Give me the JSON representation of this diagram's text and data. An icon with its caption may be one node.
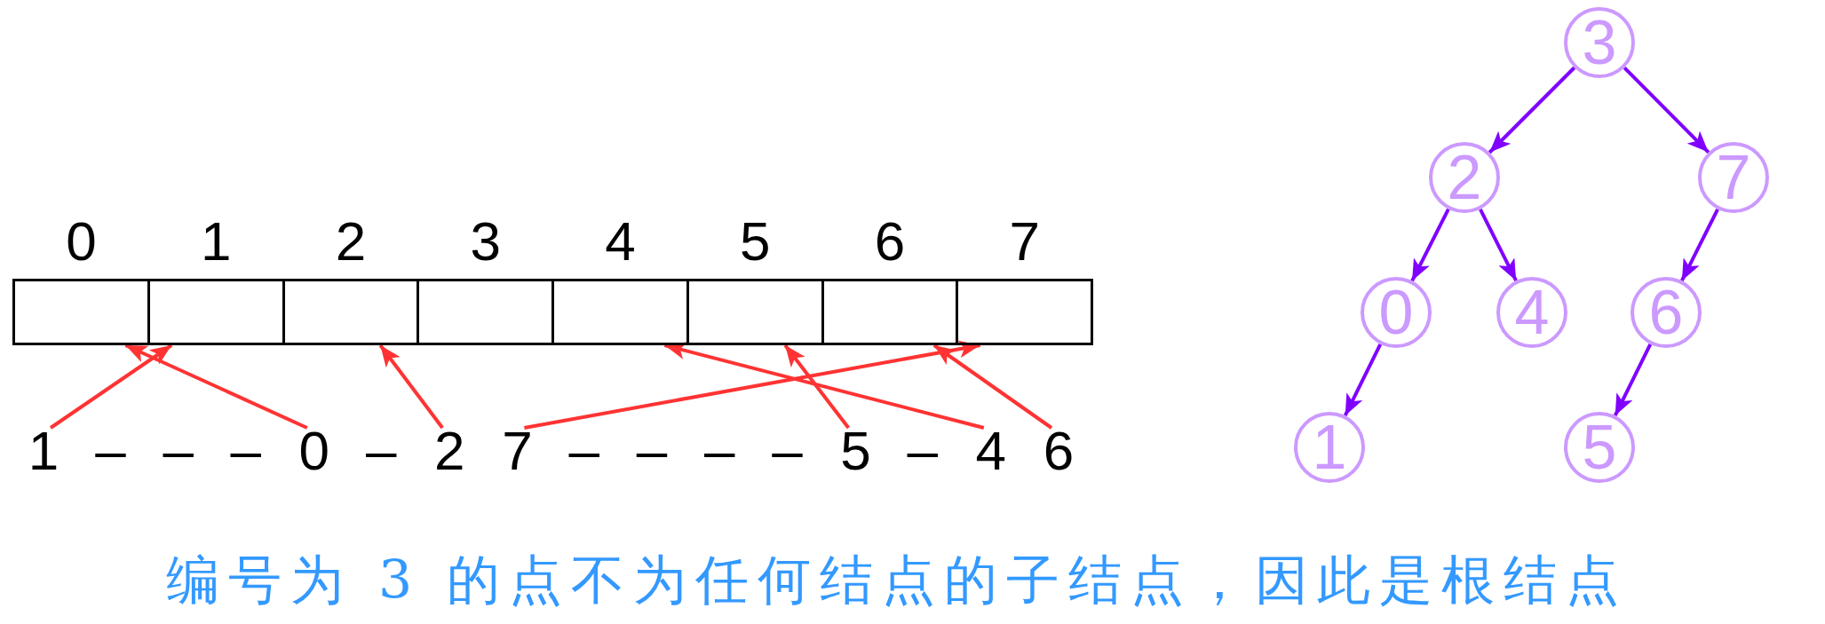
{
  "diagram": {
    "caption": "编号为 3 的点不为任何结点的子结点，因此是根结点",
    "nodes": [
      {
        "text": [
          "0"
        ]
      },
      {
        "text": [
          "1"
        ]
      },
      {
        "text": [
          "2"
        ]
      },
      {
        "text": [
          "3"
        ]
      },
      {
        "text": [
          "4"
        ]
      },
      {
        "text": [
          "5"
        ]
      },
      {
        "text": [
          "6"
        ]
      },
      {
        "text": [
          "7"
        ]
      },
      {
        "text": [
          "3"
        ]
      },
      {
        "text": [
          "2"
        ]
      },
      {
        "text": [
          "7"
        ]
      },
      {
        "text": [
          "0"
        ]
      },
      {
        "text": [
          "4"
        ]
      },
      {
        "text": [
          "6"
        ]
      },
      {
        "text": [
          "1"
        ]
      },
      {
        "text": [
          "5"
        ]
      },
      {
        "text": [
          "1"
        ]
      },
      {
        "text": [
          "0"
        ]
      },
      {
        "text": [
          "2"
        ]
      },
      {
        "text": [
          "7"
        ]
      },
      {
        "text": [
          "5"
        ]
      },
      {
        "text": [
          "4"
        ]
      },
      {
        "text": [
          "6"
        ]
      }
    ],
    "edges": [
      {
        "from": 16,
        "to": 1,
        "arrow": "to",
        "color": "#ff3333"
      },
      {
        "from": 17,
        "to": 0,
        "arrow": "to",
        "color": "#ff3333"
      },
      {
        "from": 18,
        "to": 2,
        "arrow": "to",
        "color": "#ff3333"
      },
      {
        "from": 19,
        "to": 7,
        "arrow": "to",
        "color": "#ff3333"
      },
      {
        "from": 20,
        "to": 5,
        "arrow": "to",
        "color": "#ff3333"
      },
      {
        "from": 21,
        "to": 4,
        "arrow": "to",
        "color": "#ff3333"
      },
      {
        "from": 22,
        "to": 6,
        "arrow": "to",
        "color": "#ff3333"
      },
      {
        "from": 8,
        "to": 9,
        "arrow": "to",
        "color": "#8000ff"
      },
      {
        "from": 8,
        "to": 10,
        "arrow": "to",
        "color": "#8000ff"
      },
      {
        "from": 9,
        "to": 11,
        "arrow": "to",
        "color": "#8000ff"
      },
      {
        "from": 9,
        "to": 12,
        "arrow": "to",
        "color": "#8000ff"
      },
      {
        "from": 10,
        "to": 13,
        "arrow": "to",
        "color": "#8000ff"
      },
      {
        "from": 11,
        "to": 14,
        "arrow": "to",
        "color": "#8000ff"
      },
      {
        "from": 13,
        "to": 15,
        "arrow": "to",
        "color": "#8000ff"
      }
    ],
    "labels": [
      "–",
      "–",
      "–",
      "–",
      "–",
      "–",
      "–",
      "–",
      "–"
    ]
  }
}
